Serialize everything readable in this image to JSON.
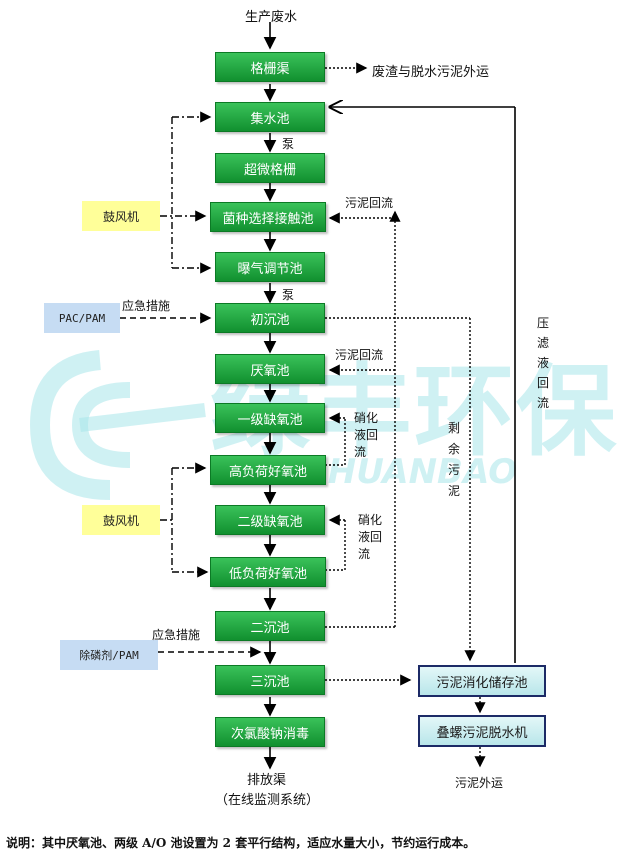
{
  "title": "生产废水",
  "watermark": {
    "cn": "绿丰环保",
    "en": "G HUANBAO",
    "color": "#a8e6ea"
  },
  "steps": [
    "格栅渠",
    "集水池",
    "超微格栅",
    "菌种选择接触池",
    "曝气调节池",
    "初沉池",
    "厌氧池",
    "一级缺氧池",
    "高负荷好氧池",
    "二级缺氧池",
    "低负荷好氧池",
    "二沉池",
    "三沉池",
    "次氯酸钠消毒"
  ],
  "side_units": {
    "blower": "鼓风机",
    "pac_pam": "PAC/PAM",
    "phosphorus": "除磷剂/PAM",
    "sludge_storage": "污泥消化储存池",
    "dewatering": "叠螺污泥脱水机"
  },
  "labels": {
    "waste": "废渣与脱水污泥外运",
    "pump": "泵",
    "sludge_return": "污泥回流",
    "emergency": "应急措施",
    "nitrate_return": "硝化液回流",
    "excess_sludge": "剩余污泥",
    "press_filtrate": "压滤液回流",
    "sludge_out": "污泥外运",
    "discharge": "排放渠",
    "monitoring": "（在线监测系统）"
  },
  "note": "说明：其中厌氧池、两级 A/O 池设置为 2 套平行结构，适应水量大小，节约运行成本。",
  "colors": {
    "box": "#1ea63f",
    "blower": "#ffff99",
    "chem": "#c6dcf3",
    "storage": "#c4eaee"
  }
}
